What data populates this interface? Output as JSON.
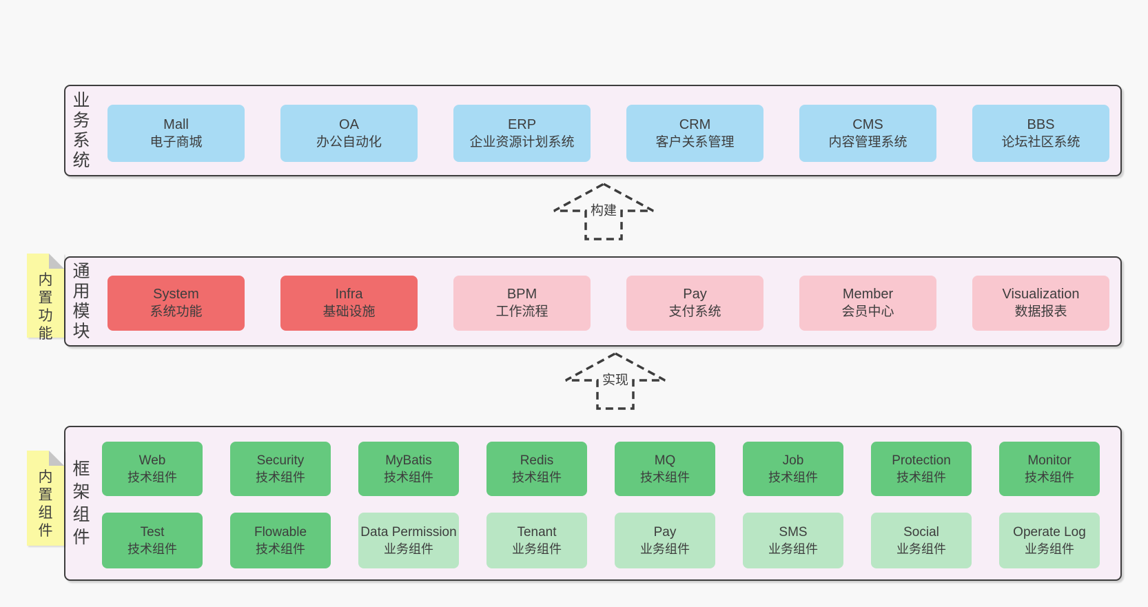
{
  "colors": {
    "page_bg": "#f8f8f8",
    "container_bg": "#f8eef7",
    "border": "#3d3d3d",
    "text": "#3d3d3d",
    "blue": "#a8dbf4",
    "red": "#f06c6c",
    "pink": "#f9c7cf",
    "green": "#65c97e",
    "green_light": "#b9e6c4",
    "note_yellow": "#fbf9a3",
    "note_fold": "#c6c6c6"
  },
  "arrows": [
    {
      "label": "构建"
    },
    {
      "label": "实现"
    }
  ],
  "layers": {
    "business": {
      "label": "业务系统",
      "boxes": [
        {
          "title": "Mall",
          "subtitle": "电子商城"
        },
        {
          "title": "OA",
          "subtitle": "办公自动化"
        },
        {
          "title": "ERP",
          "subtitle": "企业资源计划系统"
        },
        {
          "title": "CRM",
          "subtitle": "客户关系管理"
        },
        {
          "title": "CMS",
          "subtitle": "内容管理系统"
        },
        {
          "title": "BBS",
          "subtitle": "论坛社区系统"
        }
      ]
    },
    "modules": {
      "label": "通用模块",
      "note": "内置功能",
      "boxes": [
        {
          "title": "System",
          "subtitle": "系统功能"
        },
        {
          "title": "Infra",
          "subtitle": "基础设施"
        },
        {
          "title": "BPM",
          "subtitle": "工作流程"
        },
        {
          "title": "Pay",
          "subtitle": "支付系统"
        },
        {
          "title": "Member",
          "subtitle": "会员中心"
        },
        {
          "title": "Visualization",
          "subtitle": "数据报表"
        }
      ]
    },
    "framework": {
      "label": "框架组件",
      "note": "内置组件",
      "row1": [
        {
          "title": "Web",
          "subtitle": "技术组件"
        },
        {
          "title": "Security",
          "subtitle": "技术组件"
        },
        {
          "title": "MyBatis",
          "subtitle": "技术组件"
        },
        {
          "title": "Redis",
          "subtitle": "技术组件"
        },
        {
          "title": "MQ",
          "subtitle": "技术组件"
        },
        {
          "title": "Job",
          "subtitle": "技术组件"
        },
        {
          "title": "Protection",
          "subtitle": "技术组件"
        },
        {
          "title": "Monitor",
          "subtitle": "技术组件"
        }
      ],
      "row2": [
        {
          "title": "Test",
          "subtitle": "技术组件"
        },
        {
          "title": "Flowable",
          "subtitle": "技术组件"
        },
        {
          "title": "Data Permission",
          "subtitle": "业务组件"
        },
        {
          "title": "Tenant",
          "subtitle": "业务组件"
        },
        {
          "title": "Pay",
          "subtitle": "业务组件"
        },
        {
          "title": "SMS",
          "subtitle": "业务组件"
        },
        {
          "title": "Social",
          "subtitle": "业务组件"
        },
        {
          "title": "Operate Log",
          "subtitle": "业务组件"
        }
      ]
    }
  }
}
